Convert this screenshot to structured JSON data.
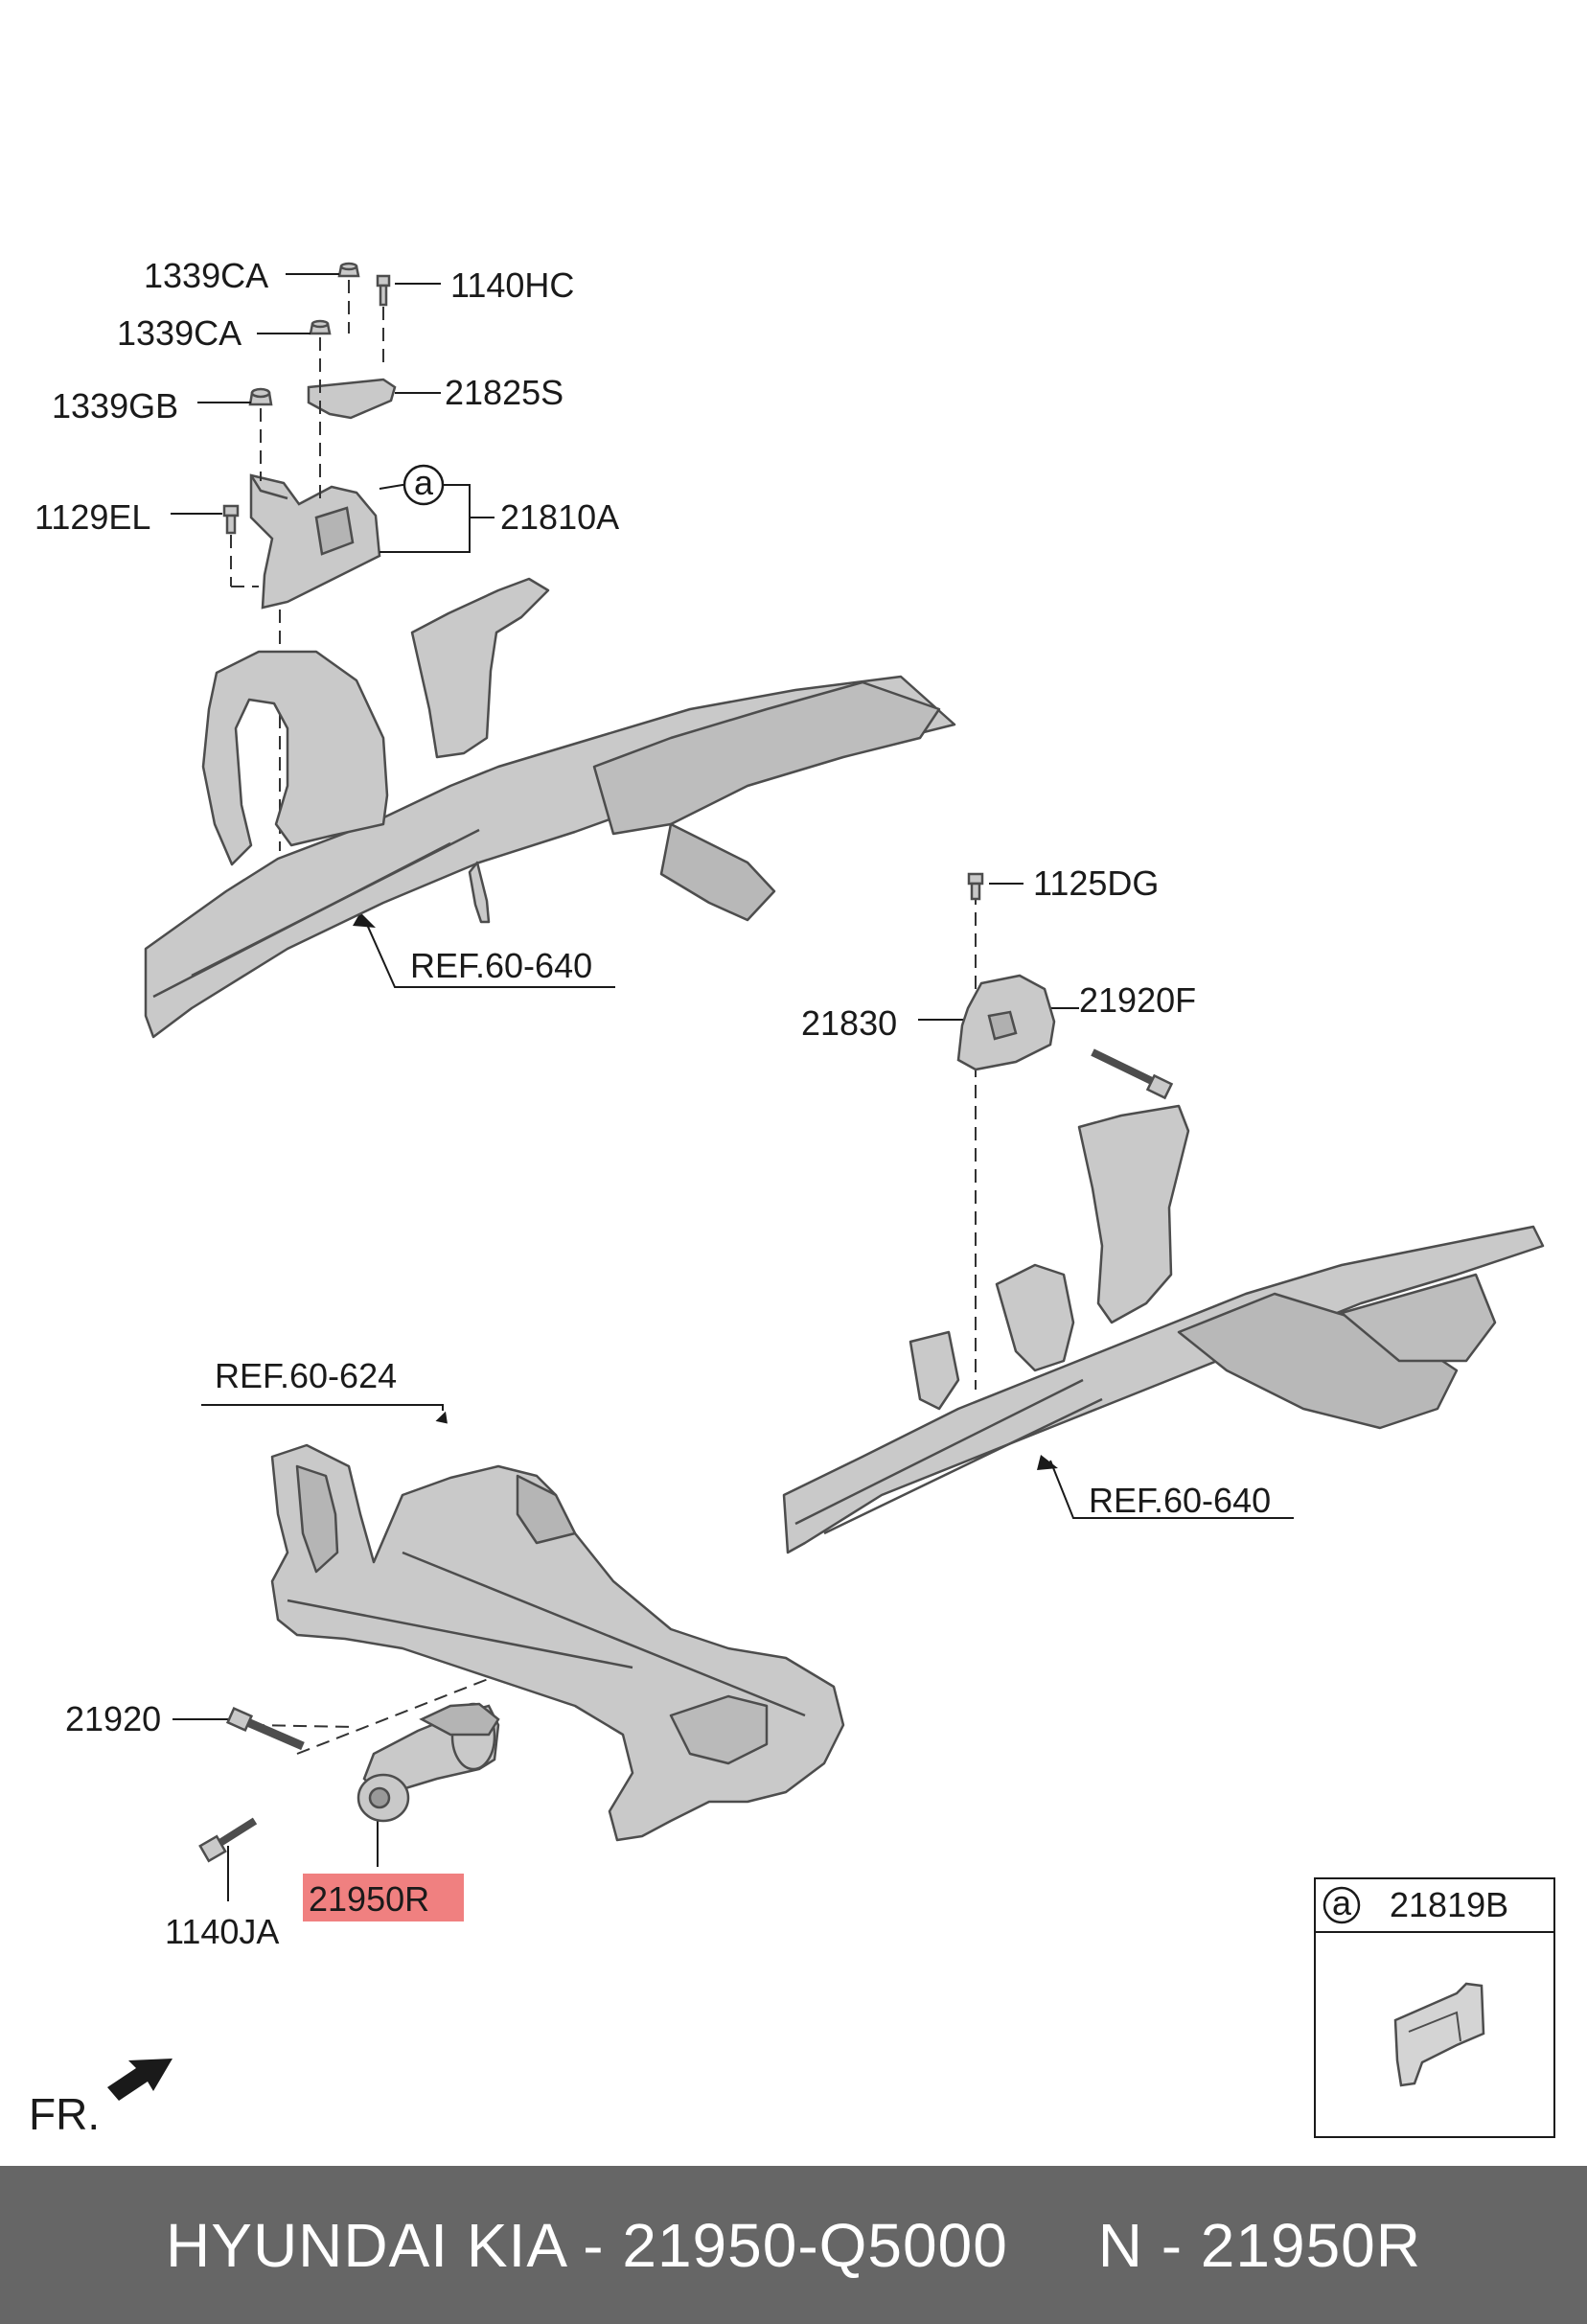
{
  "colors": {
    "part_fill": "#c9c9c9",
    "part_stroke": "#4d4d4d",
    "highlight": "#f08080",
    "footer_bg": "#666666",
    "footer_text": "#ffffff"
  },
  "labels": {
    "p1339ca_top": "1339CA",
    "p1140hc": "1140HC",
    "p1339ca_mid": "1339CA",
    "p21825s": "21825S",
    "p1339gb": "1339GB",
    "p1129el": "1129EL",
    "p21810a": "21810A",
    "ref_60_640_top": "REF.60-640",
    "p1125dg": "1125DG",
    "p21830": "21830",
    "p21920f": "21920F",
    "ref_60_624": "REF.60-624",
    "ref_60_640_right": "REF.60-640",
    "p21920": "21920",
    "p21950r": "21950R",
    "p1140ja": "1140JA",
    "fr": "FR.",
    "callout_a": "a",
    "inset_callout": "a",
    "inset_part": "21819B"
  },
  "footer": {
    "text": "HYUNDAI KIA - 21950-Q5000     N - 21950R"
  }
}
